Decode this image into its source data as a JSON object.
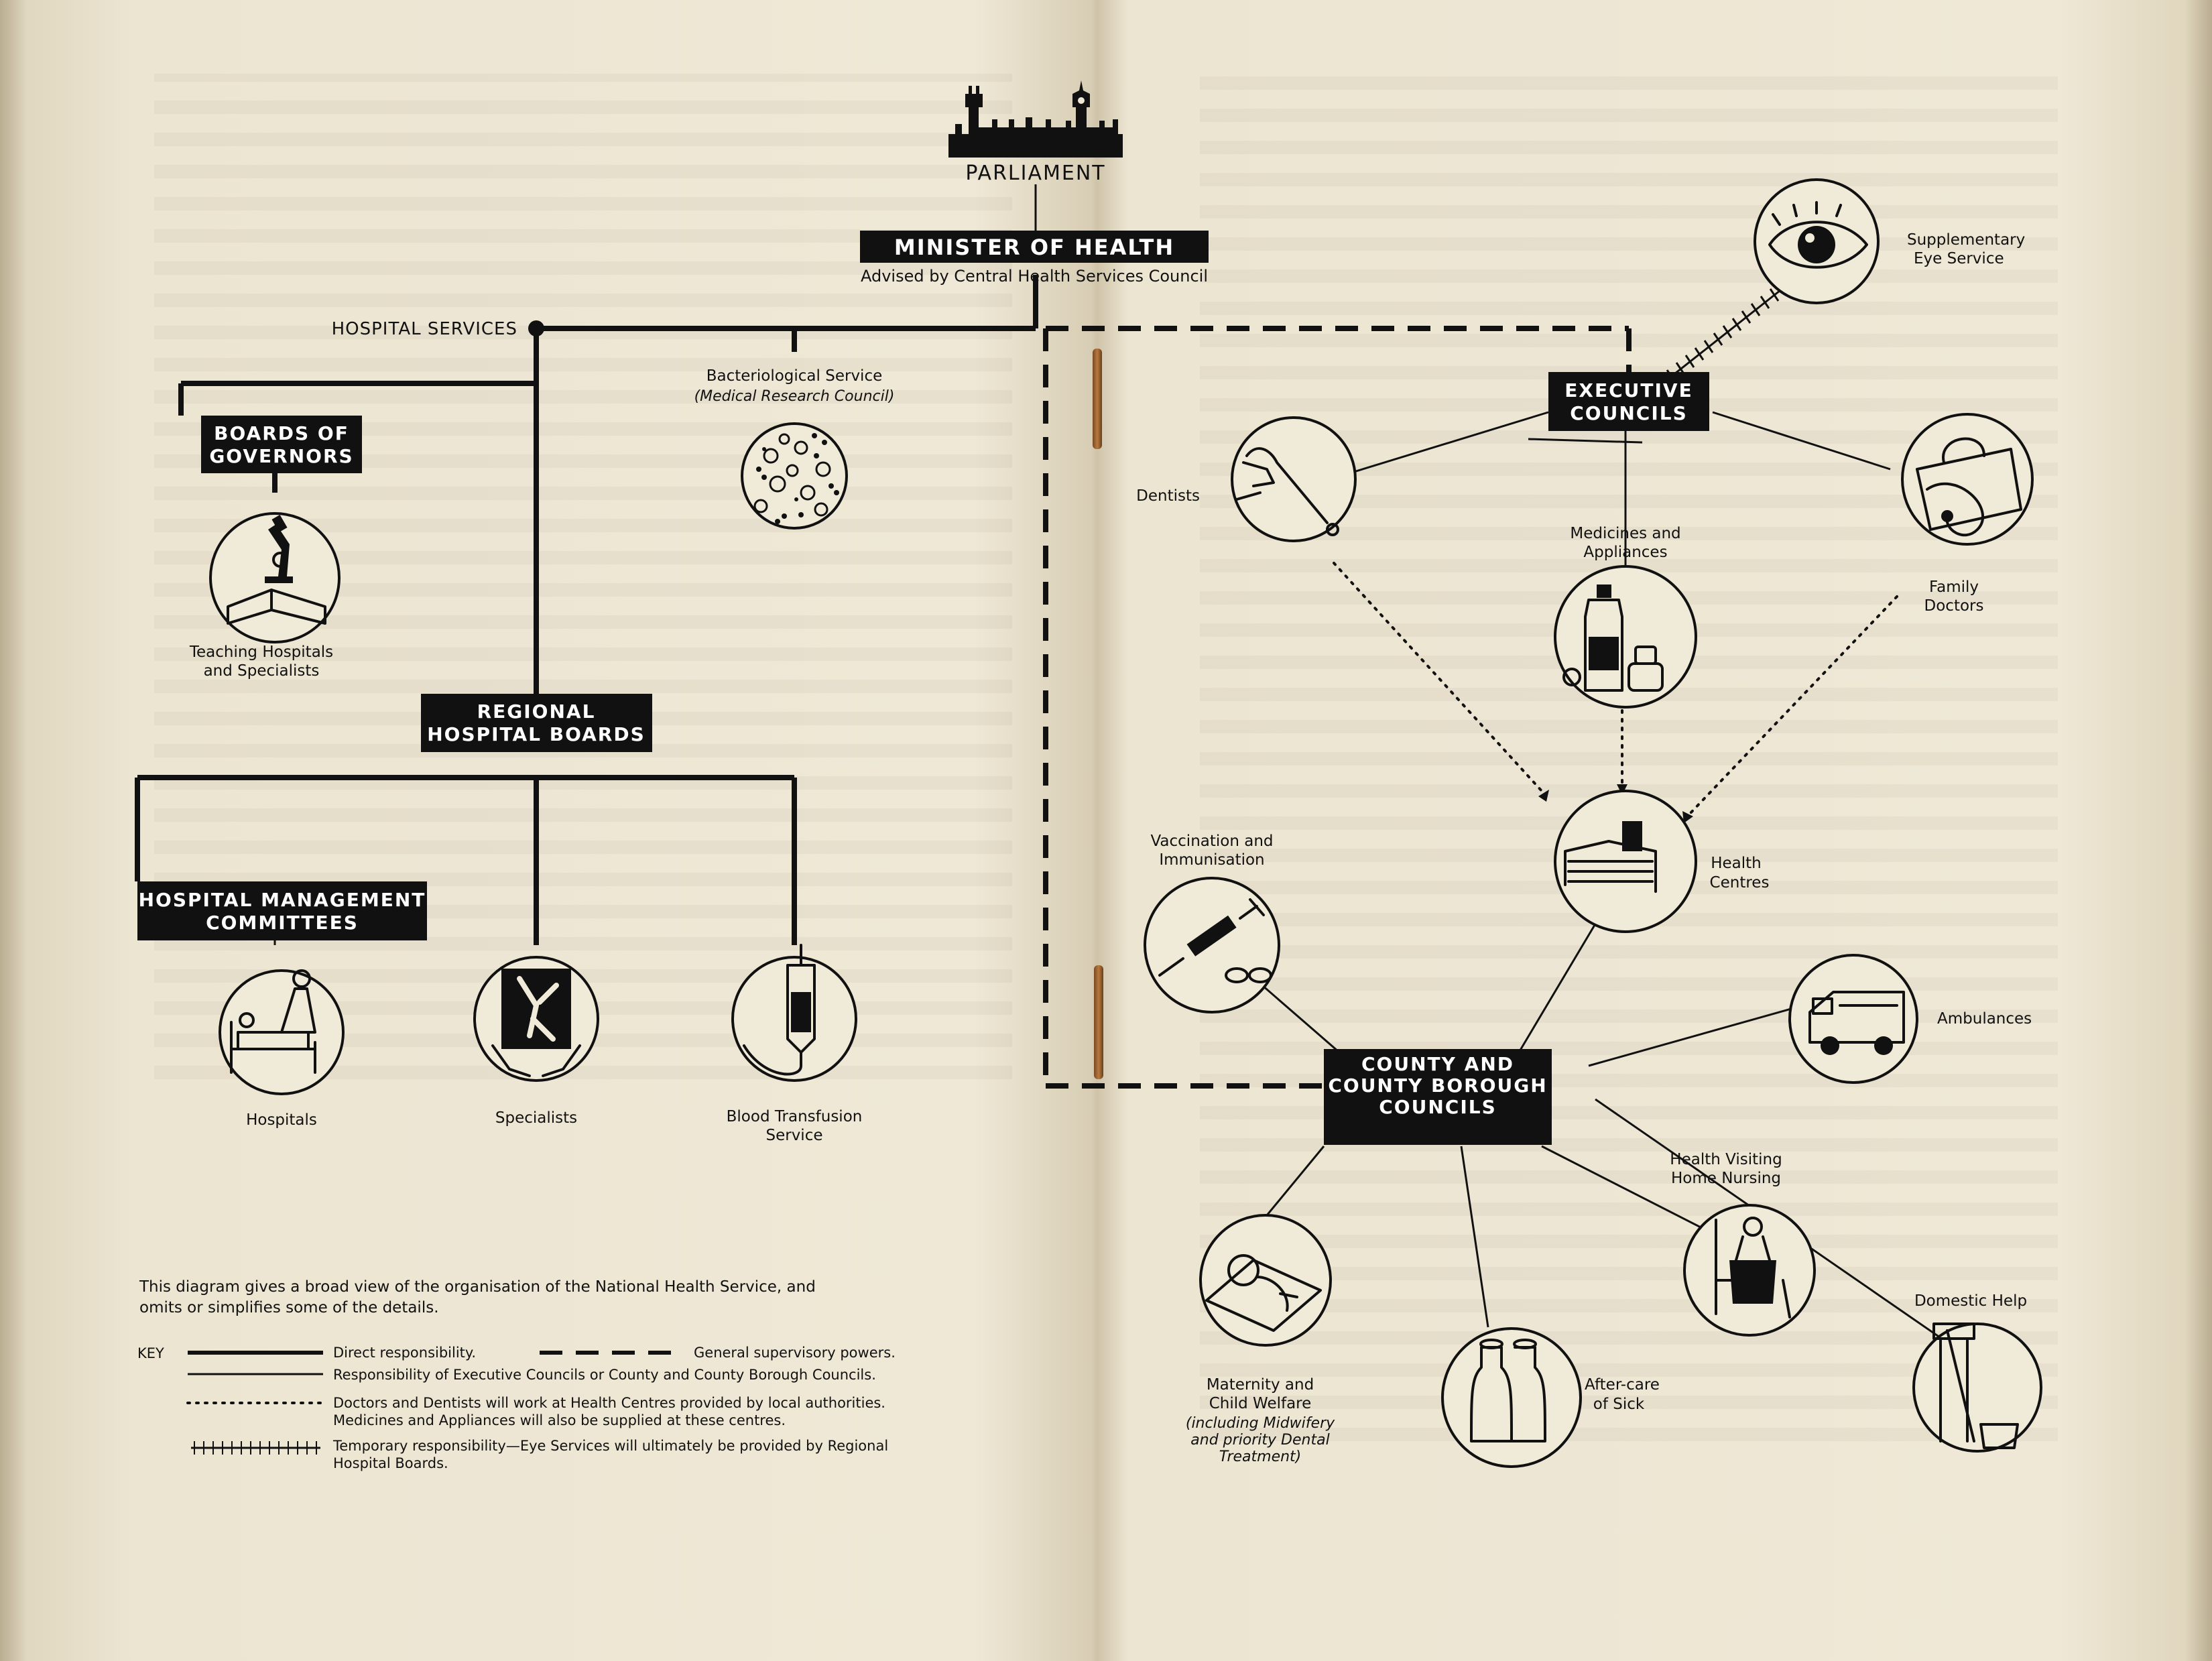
{
  "diagram": {
    "top": {
      "parliament": "PARLIAMENT",
      "minister": "MINISTER OF HEALTH",
      "minister_sub": "Advised by Central Health Services Council",
      "hospital_services": "HOSPITAL SERVICES"
    },
    "hospital_side": {
      "bacteriological_title": "Bacteriological Service",
      "bacteriological_sub": "(Medical Research Council)",
      "boards_of_governors": [
        "BOARDS OF",
        "GOVERNORS"
      ],
      "teaching_hospitals": [
        "Teaching Hospitals",
        "and Specialists"
      ],
      "regional_boards": [
        "REGIONAL",
        "HOSPITAL BOARDS"
      ],
      "management_committees": [
        "HOSPITAL MANAGEMENT",
        "COMMITTEES"
      ],
      "hospitals": "Hospitals",
      "specialists": "Specialists",
      "blood_transfusion": [
        "Blood Transfusion",
        "Service"
      ]
    },
    "executive_side": {
      "executive_councils": [
        "EXECUTIVE",
        "COUNCILS"
      ],
      "supplementary_eye": [
        "Supplementary",
        "Eye Service"
      ],
      "dentists": "Dentists",
      "medicines": [
        "Medicines and",
        "Appliances"
      ],
      "family_doctors": [
        "Family",
        "Doctors"
      ]
    },
    "local_authority_side": {
      "health_centres": [
        "Health",
        "Centres"
      ],
      "vaccination": [
        "Vaccination and",
        "Immunisation"
      ],
      "ambulances": "Ambulances",
      "county_councils": [
        "COUNTY AND",
        "COUNTY BOROUGH",
        "COUNCILS"
      ],
      "health_visiting": [
        "Health Visiting",
        "Home Nursing"
      ],
      "domestic_help": "Domestic Help",
      "maternity": [
        "Maternity and",
        "Child Welfare"
      ],
      "maternity_note": [
        "(including Midwifery",
        "and priority Dental",
        "Treatment)"
      ],
      "after_care": [
        "After-care",
        "of Sick"
      ]
    },
    "note": [
      "This diagram gives a broad view of the organisation of the National Health Service, and",
      "omits or simplifies some of the details."
    ],
    "key": {
      "title": "KEY",
      "direct": "Direct responsibility.",
      "supervisory": "General supervisory powers.",
      "executive_resp": "Responsibility of Executive Councils or County and County Borough Councils.",
      "doctors_dentists": [
        "Doctors and Dentists will work at Health Centres provided by local authorities.",
        "Medicines and Appliances will also be supplied at these centres."
      ],
      "temporary": [
        "Temporary responsibility—Eye Services will ultimately be provided by Regional",
        "Hospital Boards."
      ]
    }
  },
  "colors": {
    "paper": "#efe8d6",
    "ink": "#111111"
  }
}
